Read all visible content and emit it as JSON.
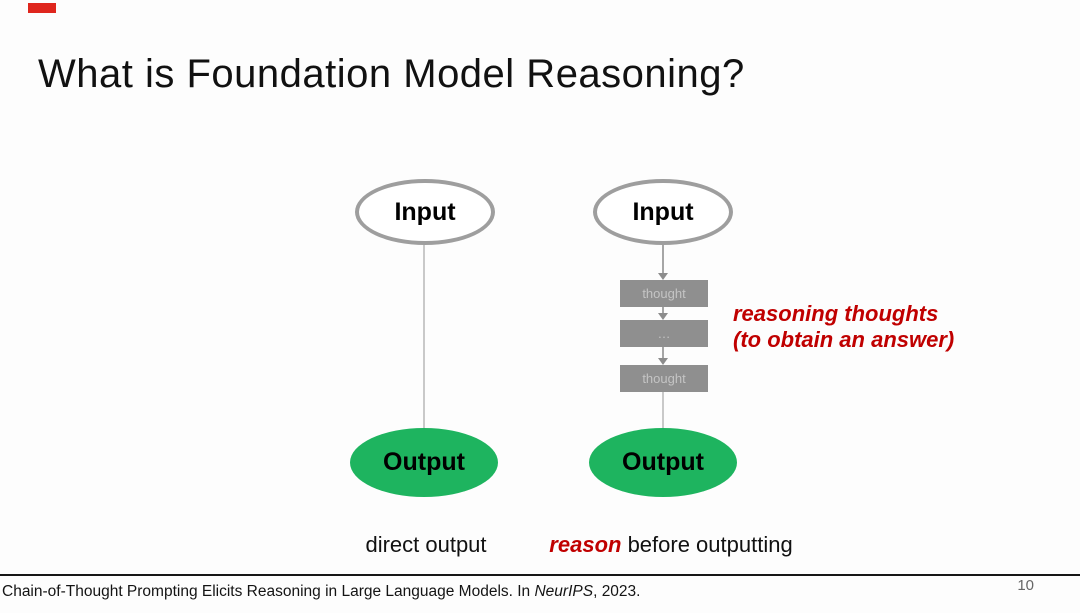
{
  "slide": {
    "title": "What is Foundation Model Reasoning?",
    "page_number": "10",
    "footer": {
      "citation_prefix": "Chain-of-Thought Prompting Elicits Reasoning in Large Language Models. In ",
      "citation_venue": "NeurIPS",
      "citation_suffix": ", 2023."
    }
  },
  "diagram": {
    "left": {
      "input_label": "Input",
      "output_label": "Output",
      "caption": "direct output"
    },
    "right": {
      "input_label": "Input",
      "thought_boxes": [
        "thought",
        "…",
        "thought"
      ],
      "output_label": "Output",
      "caption_emphasis": "reason",
      "caption_rest": " before outputting"
    },
    "annotation": {
      "line1": "reasoning thoughts",
      "line2": "(to obtain an answer)"
    }
  },
  "colors": {
    "output_green": "#1eb45f",
    "thought_box_gray": "#8f8f8f",
    "annotation_red": "#c00000",
    "ellipse_border_gray": "#9e9e9e",
    "accent_mark_red": "#df261d"
  }
}
